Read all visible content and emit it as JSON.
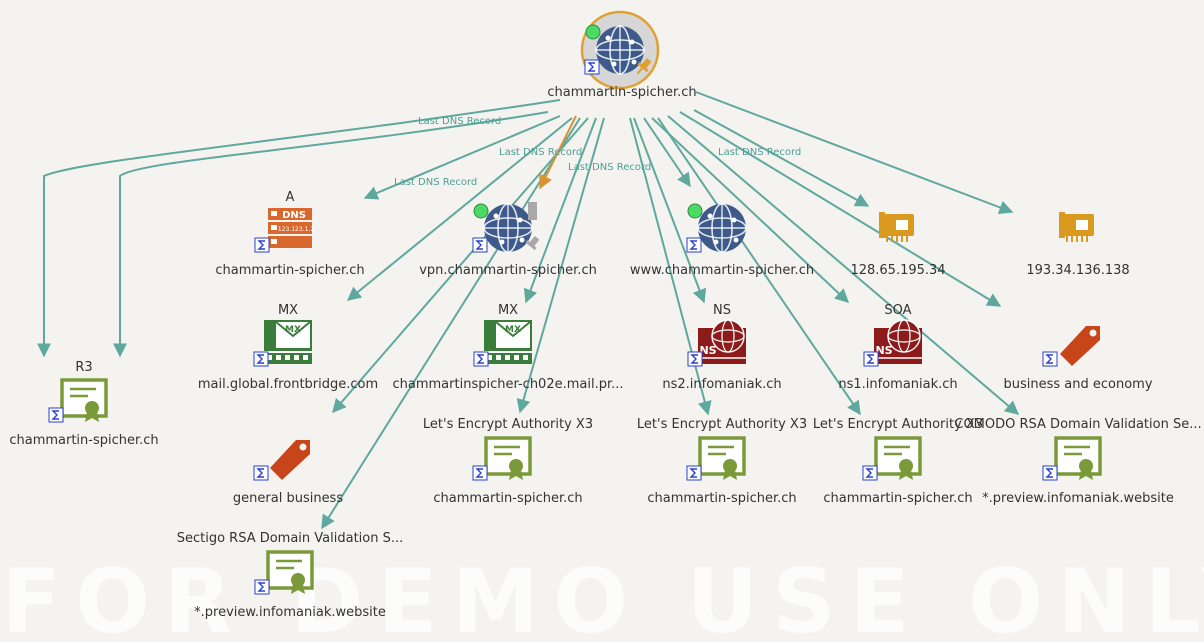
{
  "watermark": "FOR DEMO USE ONLY",
  "colors": {
    "edge": "#5ea89e",
    "edge_label": "#4f9e95",
    "globe": "#3d5a8a",
    "dns_orange": "#d9682e",
    "mx_green": "#3a7d3a",
    "ns_red": "#8c1c1c",
    "cert_green": "#7a9a3a",
    "tag_orange": "#c8451a",
    "ip_orange": "#d99a1f",
    "status_green": "#4cd964",
    "selected_ring": "#e0a030"
  },
  "nodes": {
    "root": {
      "label": "chammartin-spicher.ch",
      "icon": "globe-icon"
    },
    "dns_a": {
      "type": "A",
      "label": "chammartin-spicher.ch",
      "icon": "dns-server-icon"
    },
    "vpn": {
      "label": "vpn.chammartin-spicher.ch",
      "icon": "globe-icon"
    },
    "www": {
      "label": "www.chammartin-spicher.ch",
      "icon": "globe-icon"
    },
    "ip1": {
      "label": "128.65.195.34",
      "icon": "network-card-icon"
    },
    "ip2": {
      "label": "193.34.136.138",
      "icon": "network-card-icon"
    },
    "mx1": {
      "type": "MX",
      "label": "mail.global.frontbridge.com",
      "icon": "mail-server-icon"
    },
    "mx2": {
      "type": "MX",
      "label": "chammartinspicher-ch02e.mail.pr...",
      "icon": "mail-server-icon"
    },
    "ns2": {
      "type": "NS",
      "label": "ns2.infomaniak.ch",
      "icon": "ns-server-icon"
    },
    "ns1": {
      "type": "SOA",
      "label": "ns1.infomaniak.ch",
      "icon": "ns-server-icon"
    },
    "biz": {
      "label": "business and economy",
      "icon": "tag-icon"
    },
    "gen": {
      "label": "general business",
      "icon": "tag-icon"
    },
    "r3": {
      "type": "R3",
      "label": "chammartin-spicher.ch",
      "icon": "certificate-icon"
    },
    "cert1": {
      "type": "Let's Encrypt Authority X3",
      "label": "chammartin-spicher.ch",
      "icon": "certificate-icon"
    },
    "cert2": {
      "type": "Let's Encrypt Authority X3",
      "label": "chammartin-spicher.ch",
      "icon": "certificate-icon"
    },
    "cert3": {
      "type": "Let's Encrypt Authority X3",
      "label": "chammartin-spicher.ch",
      "icon": "certificate-icon"
    },
    "cert4": {
      "type": "COMODO RSA Domain Validation Se...",
      "label": "*.preview.infomaniak.website",
      "icon": "certificate-icon"
    },
    "cert5": {
      "type": "Sectigo RSA Domain Validation S...",
      "label": "*.preview.infomaniak.website",
      "icon": "certificate-icon"
    }
  },
  "edge_labels": {
    "dns_a": "Last DNS Record",
    "vpn": "Last DNS Record",
    "vpn_b": "Last DNS Record",
    "www": "Last DNS Record",
    "ip1": "Last DNS Record"
  }
}
